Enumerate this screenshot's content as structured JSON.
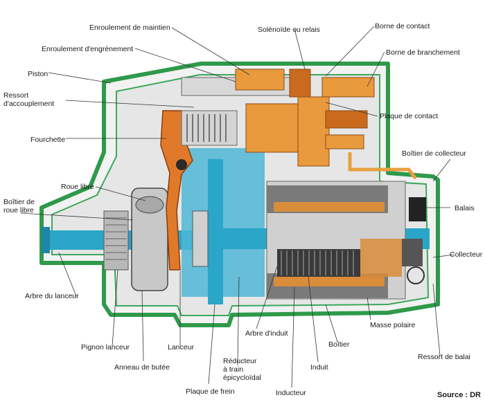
{
  "diagram": {
    "labels": {
      "enroulement_maintien": "Enroulement de maintien",
      "solenoide": "Solénoïde ou relais",
      "borne_contact": "Borne de contact",
      "enroulement_engrenement": "Enroulement d'engrènement",
      "borne_branchement": "Borne de branchement",
      "piston": "Piston",
      "ressort_accouplement_1": "Ressort",
      "ressort_accouplement_2": "d'accouplement",
      "plaque_contact": "Plaque de contact",
      "fourchette": "Fourchette",
      "boitier_collecteur": "Boîtier de collecteur",
      "roue_libre": "Roue libre",
      "boitier_roue_libre_1": "Boîtier de",
      "boitier_roue_libre_2": "roue libre",
      "balais": "Balais",
      "collecteur": "Collecteur",
      "arbre_lanceur": "Arbre du lanceur",
      "arbre_induit": "Arbre d'induit",
      "masse_polaire": "Masse polaire",
      "pignon_lanceur": "Pignon lanceur",
      "lanceur": "Lanceur",
      "boitier": "Boîtier",
      "ressort_balai": "Ressort de balai",
      "anneau_butee": "Anneau de butée",
      "reducteur_1": "Réducteur",
      "reducteur_2": "à train",
      "reducteur_3": "épicycloïdal",
      "induit": "Induit",
      "plaque_frein": "Plaque de frein",
      "inducteur": "Inducteur"
    },
    "source": "Source : DR"
  },
  "colors": {
    "housing_outline": "#2e9a4a",
    "housing_fill": "#f2f2f2",
    "solenoid": "#e89a3c",
    "solenoid_dark": "#c96a1c",
    "fork": "#e07a2a",
    "shaft": "#2aa6c8",
    "armature": "#3a3a3a",
    "armature_light": "#9a9a9a",
    "pole": "#7a7a7a",
    "copper": "#d98c3a",
    "pinion": "#b8b8b8",
    "brush": "#222222"
  }
}
